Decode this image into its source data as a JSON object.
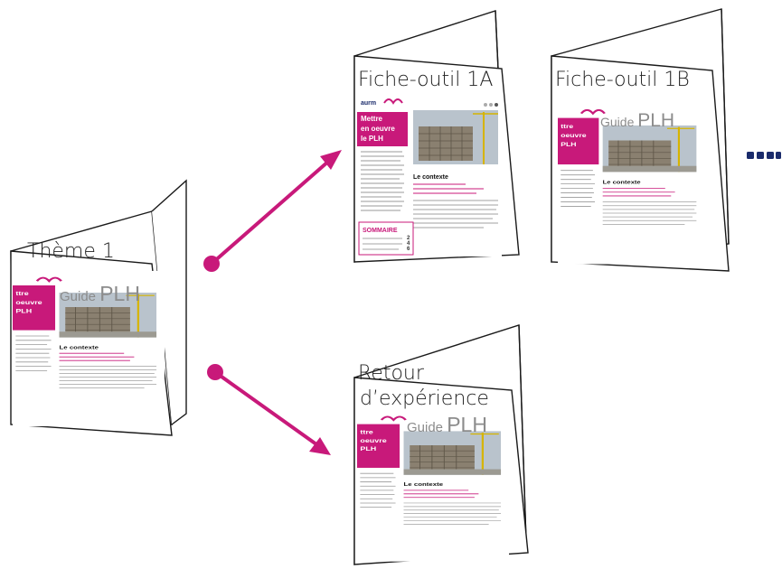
{
  "colors": {
    "magenta": "#c8197a",
    "arrow": "#c8197a",
    "outline": "#1a1a1a",
    "building": "#8a8070",
    "sky": "#b9c3cc",
    "dots": "#1a2b6b"
  },
  "booklets": [
    {
      "id": "theme",
      "title_lines": [
        "Thème 1"
      ],
      "cover": {
        "brand": "Guide PLH",
        "heading": "Mettre en oeuvre le PLH",
        "section": "Le contexte",
        "has_sommaire": false
      }
    },
    {
      "id": "fiche-1a",
      "title_lines": [
        "Fiche-outil 1A"
      ],
      "cover": {
        "logo": "aurm",
        "heading": "Mettre en oeuvre le PLH",
        "section": "Le contexte",
        "has_sommaire": true,
        "sommaire_label": "SOMMAIRE",
        "sommaire_numbers": [
          "2",
          "4",
          "6"
        ]
      }
    },
    {
      "id": "fiche-1b",
      "title_lines": [
        "Fiche-outil 1B"
      ],
      "cover": {
        "brand": "Guide PLH",
        "heading": "Mettre en oeuvre le PLH",
        "section": "Le contexte",
        "has_sommaire": false
      }
    },
    {
      "id": "retour",
      "title_lines": [
        "Retour",
        "d’expérience"
      ],
      "cover": {
        "brand": "Guide PLH",
        "heading": "Mettre en oeuvre le PLH",
        "section": "Le contexte",
        "has_sommaire": false
      }
    }
  ],
  "arrows": [
    {
      "from": "theme",
      "to": "fiche-1a"
    },
    {
      "from": "theme",
      "to": "retour"
    }
  ],
  "continuation": {
    "icon": "ellipsis-dots-icon",
    "count": 4
  }
}
